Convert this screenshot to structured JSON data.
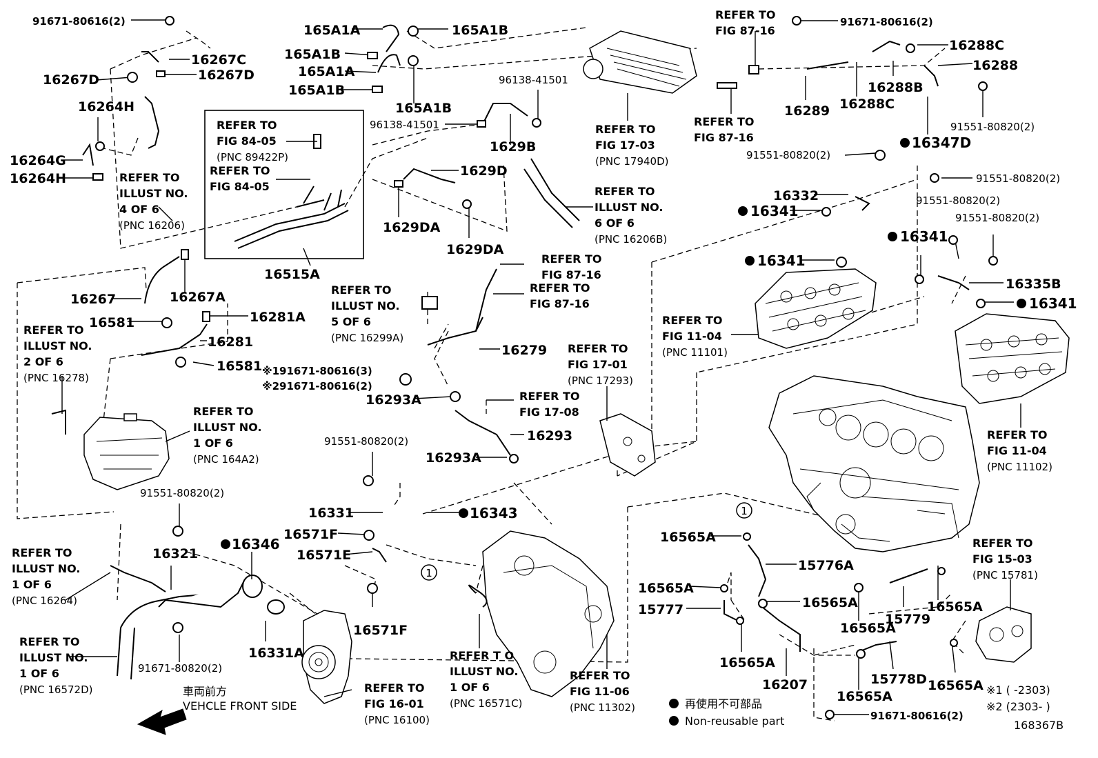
{
  "diagram_id": "168367B",
  "front_label": {
    "jp": "車両前方",
    "en": "VEHCLE FRONT SIDE"
  },
  "legend": {
    "jp": "再使用不可部品",
    "en": "Non-reusable part"
  },
  "notes": {
    "n1": "※1 (      -2303)",
    "n2": "※2 (2303-      )"
  },
  "callout_symbol": "1",
  "part_labels": {
    "p_91671_80616_2_tl": "91671-80616(2)",
    "p_16267C": "16267C",
    "p_16267D_a": "16267D",
    "p_16267D_b": "16267D",
    "p_16264H_a": "16264H",
    "p_16264G": "16264G",
    "p_16264H_b": "16264H",
    "p_165A1A_a": "165A1A",
    "p_165A1B_a": "165A1B",
    "p_165A1B_b": "165A1B",
    "p_165A1A_b": "165A1A",
    "p_165A1B_c": "165A1B",
    "p_165A1B_d": "165A1B",
    "p_96138_41501_a": "96138-41501",
    "p_96138_41501_b": "96138-41501",
    "p_1629B": "1629B",
    "p_1629D": "1629D",
    "p_1629DA_a": "1629DA",
    "p_1629DA_b": "1629DA",
    "p_16515A": "16515A",
    "p_16267": "16267",
    "p_16267A": "16267A",
    "p_16581_a": "16581",
    "p_16281A": "16281A",
    "p_16281": "16281",
    "p_16581_b": "16581",
    "p_16279": "16279",
    "p_note1": "※191671-80616(3)",
    "p_note2": "※291671-80616(2)",
    "p_16293A_a": "16293A",
    "p_16293": "16293",
    "p_16293A_b": "16293A",
    "p_91551_80820_2_mid": "91551-80820(2)",
    "p_16331": "16331",
    "p_16343": "16343",
    "p_16571F_a": "16571F",
    "p_16571E": "16571E",
    "p_16571F_b": "16571F",
    "p_91551_80820_2_left": "91551-80820(2)",
    "p_16321": "16321",
    "p_16346": "16346",
    "p_16331A": "16331A",
    "p_91671_80820_2": "91671-80820(2)",
    "p_91671_80616_2_tr": "91671-80616(2)",
    "p_16288C_a": "16288C",
    "p_16288": "16288",
    "p_16288B": "16288B",
    "p_16289": "16289",
    "p_16288C_b": "16288C",
    "p_91551_80820_2_r1": "91551-80820(2)",
    "p_16347D": "16347D",
    "p_91551_80820_2_r2": "91551-80820(2)",
    "p_91551_80820_2_r3": "91551-80820(2)",
    "p_16332": "16332",
    "p_16341_a": "16341",
    "p_91551_80820_2_r4": "91551-80820(2)",
    "p_91551_80820_2_r5": "91551-80820(2)",
    "p_16341_b": "16341",
    "p_16341_c": "16341",
    "p_16335B": "16335B",
    "p_16341_d": "16341",
    "p_16565A_a": "16565A",
    "p_15776A": "15776A",
    "p_16565A_b": "16565A",
    "p_16565A_c": "16565A",
    "p_15777": "15777",
    "p_16565A_d": "16565A",
    "p_15779": "15779",
    "p_16565A_e": "16565A",
    "p_16565A_f": "16565A",
    "p_16207": "16207",
    "p_16565A_g": "16565A",
    "p_15778D": "15778D",
    "p_16565A_h": "16565A",
    "p_91671_80616_2_br": "91671-80616(2)"
  },
  "refs": {
    "r_fig_84_05_a": [
      "REFER TO",
      "FIG 84-05",
      "(PNC 89422P)"
    ],
    "r_fig_84_05_b": [
      "REFER TO",
      "FIG 84-05"
    ],
    "r_illust_4": [
      "REFER TO",
      "ILLUST NO.",
      "4 OF 6",
      "(PNC 16206)"
    ],
    "r_fig_17_03": [
      "REFER TO",
      "FIG 17-03",
      "(PNC 17940D)"
    ],
    "r_fig_87_16_tl": [
      "REFER TO",
      "FIG 87-16"
    ],
    "r_fig_87_16_bl": [
      "REFER TO",
      "FIG 87-16"
    ],
    "r_illust_6": [
      "REFER TO",
      "ILLUST NO.",
      "6 OF 6",
      "(PNC 16206B)"
    ],
    "r_fig_87_16_m1": [
      "REFER TO",
      "FIG 87-16"
    ],
    "r_fig_87_16_m2": [
      "REFER TO",
      "FIG 87-16"
    ],
    "r_illust_5": [
      "REFER TO",
      "ILLUST NO.",
      "5 OF 6",
      "(PNC 16299A)"
    ],
    "r_illust_2": [
      "REFER TO",
      "ILLUST NO.",
      "2 OF 6",
      "(PNC 16278)"
    ],
    "r_illust_1a": [
      "REFER TO",
      "ILLUST NO.",
      "1 OF 6",
      "(PNC 164A2)"
    ],
    "r_fig_17_08": [
      "REFER TO",
      "FIG 17-08"
    ],
    "r_fig_17_01": [
      "REFER TO",
      "FIG 17-01",
      "(PNC 17293)"
    ],
    "r_fig_11_04_a": [
      "REFER TO",
      "FIG 11-04",
      "(PNC 11101)"
    ],
    "r_fig_11_04_b": [
      "REFER TO",
      "FIG 11-04",
      "(PNC 11102)"
    ],
    "r_illust_1b": [
      "REFER TO",
      "ILLUST NO.",
      "1 OF 6",
      "(PNC 16264)"
    ],
    "r_illust_1c": [
      "REFER TO",
      "ILLUST NO.",
      "1 OF 6",
      "(PNC 16572D)"
    ],
    "r_fig_16_01": [
      "REFER TO",
      "FIG 16-01",
      "(PNC 16100)"
    ],
    "r_illust_1d": [
      "REFER T O",
      "ILLUST NO.",
      "1 OF 6",
      "(PNC 16571C)"
    ],
    "r_fig_11_06": [
      "REFER TO",
      "FIG 11-06",
      "(PNC 11302)"
    ],
    "r_fig_15_03": [
      "REFER TO",
      "FIG 15-03",
      "(PNC 15781)"
    ]
  }
}
